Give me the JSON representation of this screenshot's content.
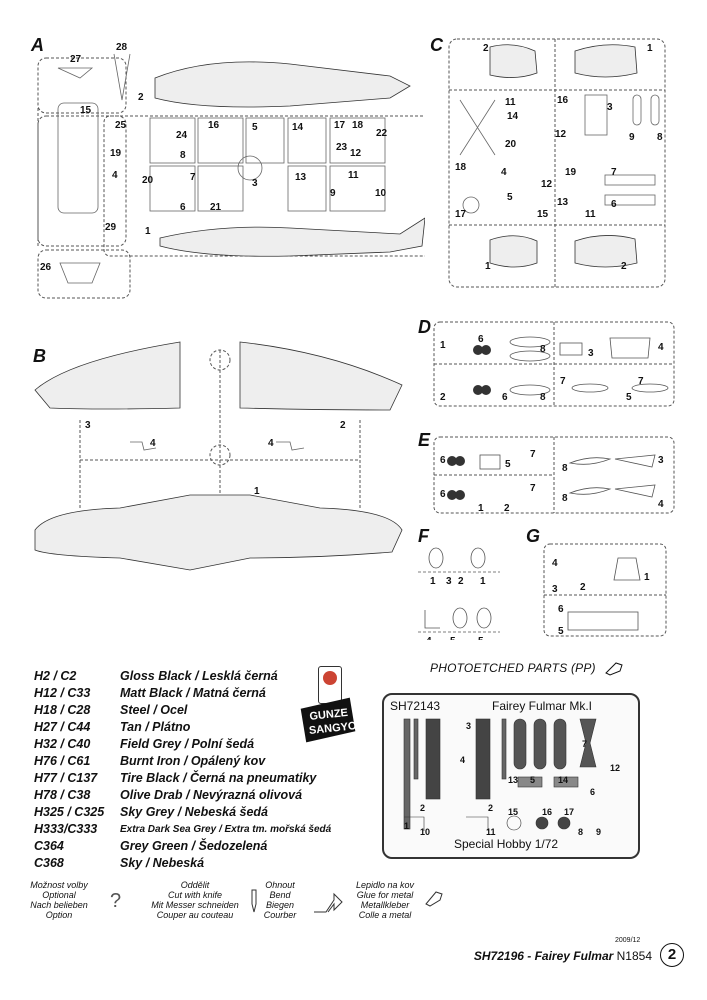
{
  "sprues": {
    "a": {
      "letter": "A"
    },
    "b": {
      "letter": "B"
    },
    "c": {
      "letter": "C"
    },
    "d": {
      "letter": "D"
    },
    "e": {
      "letter": "E"
    },
    "f": {
      "letter": "F"
    },
    "g": {
      "letter": "G"
    }
  },
  "paints": [
    {
      "code": "H2 / C2",
      "name": "Gloss Black / Lesklá černá"
    },
    {
      "code": "H12 / C33",
      "name": "Matt Black / Matná černá"
    },
    {
      "code": "H18 / C28",
      "name": "Steel / Ocel"
    },
    {
      "code": "H27 / C44",
      "name": "Tan / Plátno"
    },
    {
      "code": "H32 / C40",
      "name": "Field Grey / Polní šedá"
    },
    {
      "code": "H76 / C61",
      "name": "Burnt Iron / Opálený kov"
    },
    {
      "code": "H77 / C137",
      "name": "Tire Black / Černá na pneumatiky"
    },
    {
      "code": "H78 / C38",
      "name": "Olive Drab / Nevýrazná olivová"
    },
    {
      "code": "H325 / C325",
      "name": "Sky Grey / Nebeská šedá"
    },
    {
      "code": "H333/C333",
      "name": "Extra Dark Sea Grey / Extra tm. mořská šedá",
      "small": true
    },
    {
      "code": "C364",
      "name": "Grey Green / Šedozelená"
    },
    {
      "code": "C368",
      "name": "Sky / Nebeská"
    }
  ],
  "brand": {
    "line1": "GUNZE",
    "line2": "SANGYO"
  },
  "photoetch": {
    "title": "PHOTOETCHED PARTS (PP)",
    "code": "SH72143",
    "kit_name": "Fairey Fulmar Mk.I",
    "maker": "Special Hobby 1/72"
  },
  "symbols": [
    {
      "lines": [
        "Možnost volby",
        "Optional",
        "Nach belieben",
        "Option"
      ],
      "icon": "question-icon"
    },
    {
      "lines": [
        "Oddělit",
        "Cut with knife",
        "Mit Messer schneiden",
        "Couper au couteau"
      ],
      "icon": "knife-icon"
    },
    {
      "lines": [
        "Ohnout",
        "Bend",
        "Biegen",
        "Courber"
      ],
      "icon": "bend-arrow-icon"
    },
    {
      "lines": [
        "Lepidlo na kov",
        "Glue for metal",
        "Metallkleber",
        "Colle a metal"
      ],
      "icon": "glue-icon"
    }
  ],
  "footer": {
    "date": "2009/12",
    "kit_code": "SH72196",
    "separator": " - ",
    "kit_title": "Fairey Fulmar",
    "serial": " N1854",
    "page": "2"
  }
}
